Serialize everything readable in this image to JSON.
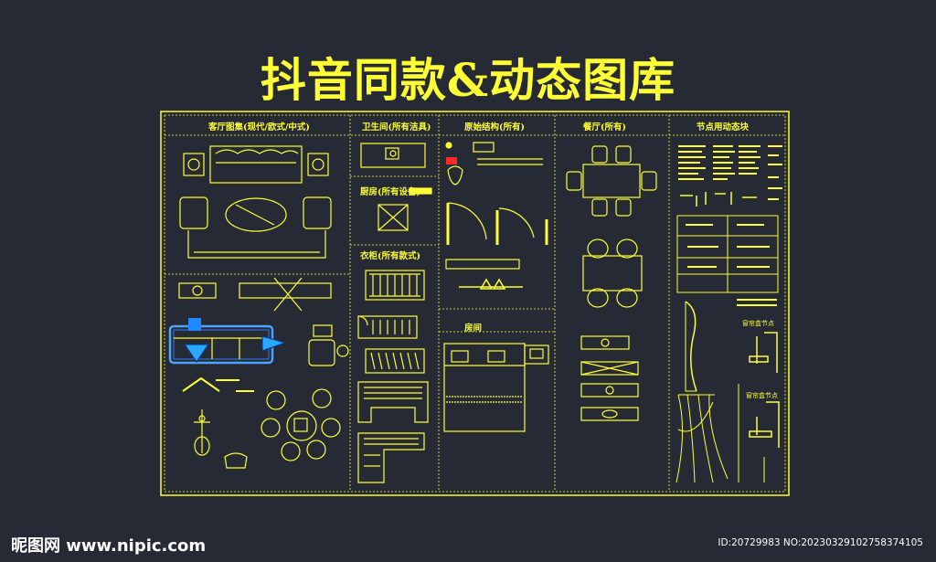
{
  "title": "抖音同款&动态图库",
  "sections": {
    "living_room": "客厅图集(现代/欧式/中式)",
    "bathroom": "卫生间(所有洁具)",
    "kitchen": "厨房(所有设备)",
    "wardrobe": "衣柜(所有款式)",
    "structure": "原始结构(所有)",
    "dining": "餐厅(所有)",
    "bedroom": "房间",
    "nodes": "节点用动态块"
  },
  "small_labels": {
    "curtain_box_1": "窗帘盒节点",
    "curtain_box_2": "窗帘盒节点"
  },
  "colors": {
    "background": "#262a35",
    "line": "#ffff33",
    "selection": "#2f6fd6",
    "grip": "#1e88ff"
  },
  "watermark": {
    "site": "昵图网 www.nipic.com",
    "id": "ID:20729983 NO:20230329102758374105"
  }
}
